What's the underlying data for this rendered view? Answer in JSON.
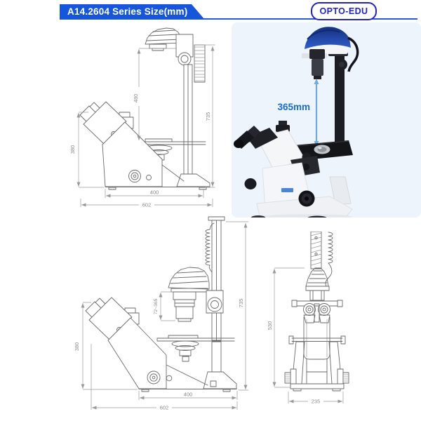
{
  "header": {
    "title": "A14.2604 Series Size(mm)",
    "logo_text": "OPTO-EDU"
  },
  "colors": {
    "banner_blue": "#1656db",
    "rule_blue": "#2a5bd7",
    "logo_blue": "#2323c3",
    "annotation_blue": "#1b6ad6",
    "arrow_blue": "#74a9da",
    "drawing_gray": "#6a6a6a",
    "dimension_gray": "#8a8a8a",
    "photo_background": "#edf4fb",
    "lamp_hood_blue": "#2d5bd0"
  },
  "photo": {
    "distance_label": "365mm"
  },
  "drawings": {
    "side_view_raised": {
      "dim_lamp_clearance": "480",
      "dim_total_height": "735",
      "dim_head_height": "380",
      "dim_base_width": "400",
      "dim_total_width": "602"
    },
    "side_view_lowered": {
      "dim_condenser_range": "72~365",
      "dim_total_height": "735",
      "dim_head_height": "380",
      "dim_base_width": "400",
      "dim_total_width": "602"
    },
    "front_view": {
      "dim_height": "530",
      "dim_width": "235"
    }
  }
}
